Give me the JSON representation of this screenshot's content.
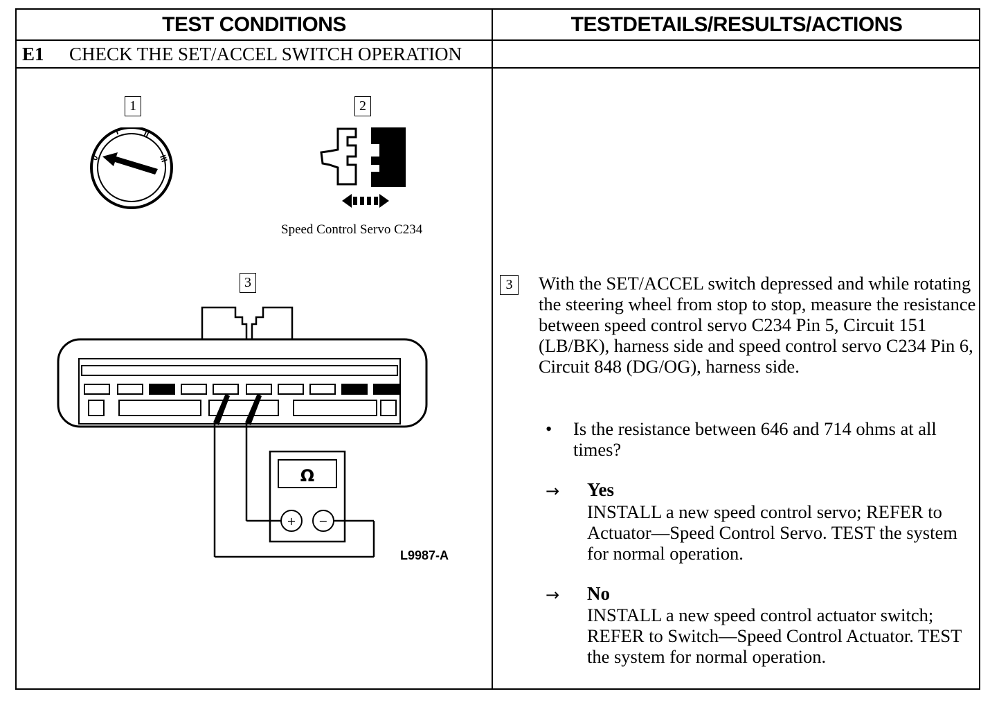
{
  "headers": {
    "left": "TEST CONDITIONS",
    "right": "TESTDETAILS/RESULTS/ACTIONS"
  },
  "step": {
    "id": "E1",
    "title": "CHECK THE SET/ACCEL SWITCH OPERATION"
  },
  "figure": {
    "callouts": [
      "1",
      "2",
      "3"
    ],
    "ignition_positions": [
      "0",
      "I",
      "II",
      "III"
    ],
    "connector_caption": "Speed Control Servo C234",
    "meter_symbol": "Ω",
    "meter_plus": "+",
    "meter_minus": "−",
    "code": "L9987-A"
  },
  "details": {
    "callout": "3",
    "instruction": "With the SET/ACCEL switch depressed and while rotating the steering wheel from stop to stop, measure the resistance between speed control servo C234 Pin 5, Circuit 151 (LB/BK), harness side and speed control servo C234 Pin 6, Circuit 848 (DG/OG), harness side.",
    "bullet": "•",
    "question": "Is the resistance between 646 and 714 ohms at all times?",
    "arrow": "→",
    "yes": {
      "label": "Yes",
      "action": "INSTALL a new speed control servo; REFER to Actuator—Speed Control Servo. TEST the system for normal operation."
    },
    "no": {
      "label": "No",
      "action": "INSTALL a new speed control actuator switch; REFER to Switch—Speed Control Actuator. TEST the system for normal operation."
    }
  }
}
